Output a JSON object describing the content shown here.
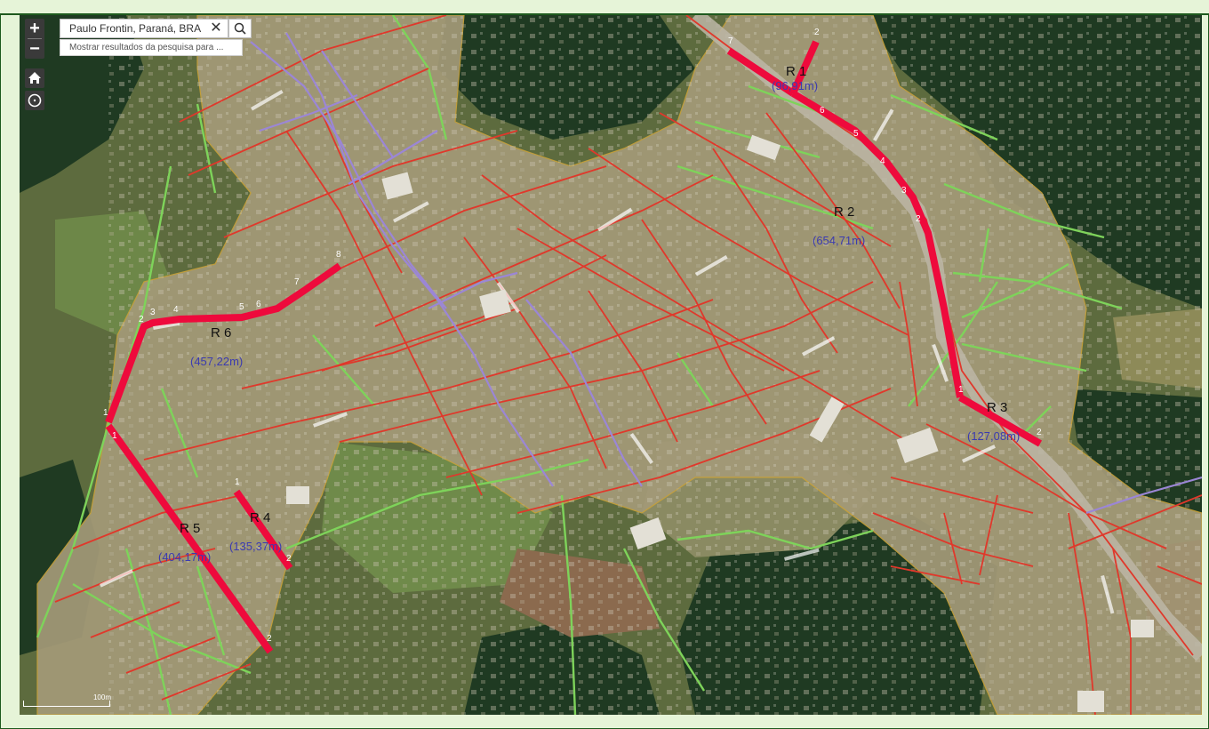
{
  "search": {
    "value": "Paulo Frontin, Paraná, BRA",
    "suggestion": "Mostrar resultados da pesquisa para ..."
  },
  "controls": {
    "zoom_in": "+",
    "zoom_out": "−",
    "clear": "✕"
  },
  "icons": {
    "zoom_in": "plus-icon",
    "zoom_out": "minus-icon",
    "home": "home-icon",
    "locate": "circle-locate-icon",
    "search": "magnifier-icon",
    "clear": "close-icon"
  },
  "scale": {
    "label": "100m"
  },
  "colors": {
    "route": "#ee0a3c",
    "street_red": "#e0382b",
    "street_green": "#7ed35a",
    "street_purple": "#9b86d6",
    "boundary": "#c9a23a",
    "length_text": "#3b3bb0"
  },
  "routes": [
    {
      "id": "R 1",
      "length": "(96,91m)",
      "vertices": [
        "7",
        "2"
      ]
    },
    {
      "id": "R 2",
      "length": "(654,71m)",
      "vertices": [
        "2",
        "3",
        "4",
        "5",
        "6"
      ]
    },
    {
      "id": "R 3",
      "length": "(127,08m)",
      "vertices": [
        "1",
        "2"
      ]
    },
    {
      "id": "R 4",
      "length": "(135,37m)",
      "vertices": [
        "1",
        "2"
      ]
    },
    {
      "id": "R 5",
      "length": "(404,17m)",
      "vertices": [
        "1",
        "2"
      ]
    },
    {
      "id": "R 6",
      "length": "(457,22m)",
      "vertices": [
        "1",
        "2",
        "3",
        "4",
        "5",
        "6",
        "7",
        "8"
      ]
    }
  ]
}
